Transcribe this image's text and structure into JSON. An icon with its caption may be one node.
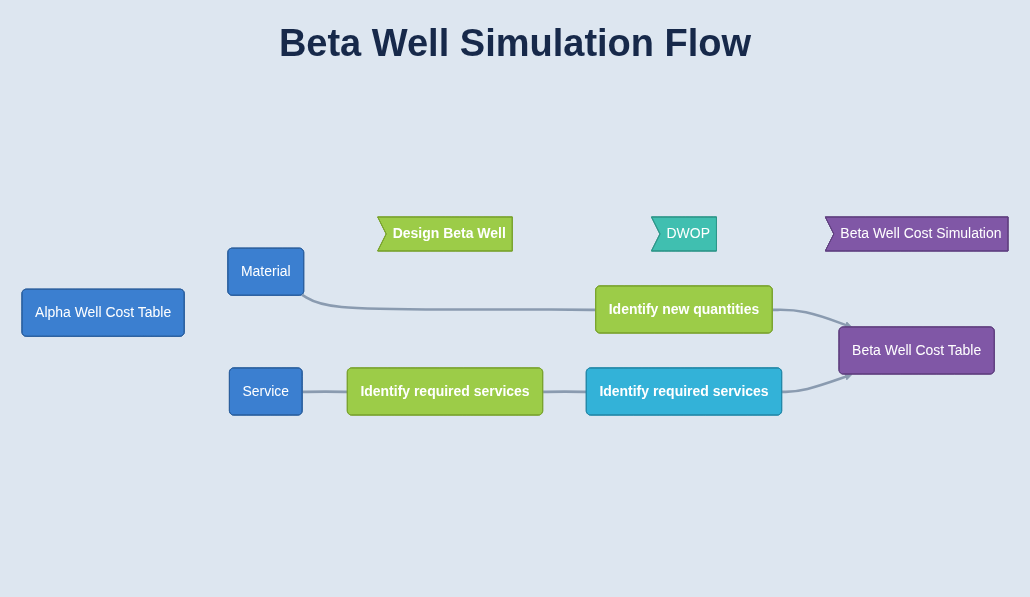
{
  "diagram": {
    "title": "Beta Well Simulation Flow",
    "nodes": [
      {
        "text": [
          "Design Beta Well"
        ]
      },
      {
        "text": [
          "DWOP"
        ]
      },
      {
        "text": [
          "Beta Well Cost Simulation"
        ]
      },
      {
        "text": [
          "Alpha Well Cost Table"
        ]
      },
      {
        "text": [
          "Material"
        ]
      },
      {
        "text": [
          "Identify new quantities"
        ]
      },
      {
        "text": [
          "Service"
        ]
      },
      {
        "text": [
          "Identify required services"
        ]
      },
      {
        "text": [
          "Identify required services"
        ]
      },
      {
        "text": [
          "Beta Well Cost Table"
        ]
      }
    ],
    "edges": [
      {
        "from": 4,
        "to": 5,
        "arrow": "none"
      },
      {
        "from": 5,
        "to": 9,
        "arrow": "to"
      },
      {
        "from": 6,
        "to": 7,
        "arrow": "none"
      },
      {
        "from": 7,
        "to": 8,
        "arrow": "none"
      },
      {
        "from": 8,
        "to": 9,
        "arrow": "to"
      }
    ]
  }
}
